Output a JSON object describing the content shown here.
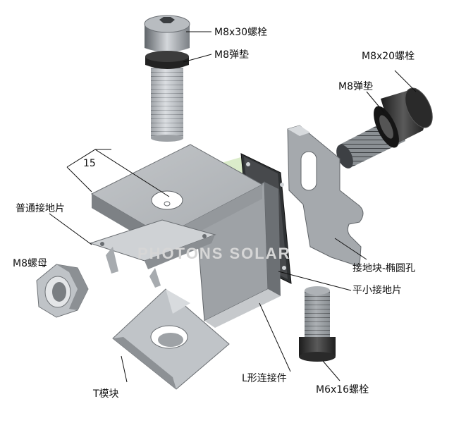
{
  "labels": {
    "bolt_m8x30": "M8x30螺栓",
    "washer_top": "M8弹垫",
    "bolt_m8x20": "M8x20螺栓",
    "washer_right": "M8弹垫",
    "dim_15": "15",
    "plain_ground_plate": "普通接地片",
    "nut_m8": "M8螺母",
    "ground_block_oval": "接地块-椭圆孔",
    "flat_small_ground_plate": "平小接地片",
    "t_block": "T模块",
    "l_connector": "L形连接件",
    "bolt_m6x16": "M6x16螺栓"
  },
  "watermark": "PHOTONS SOLAR"
}
